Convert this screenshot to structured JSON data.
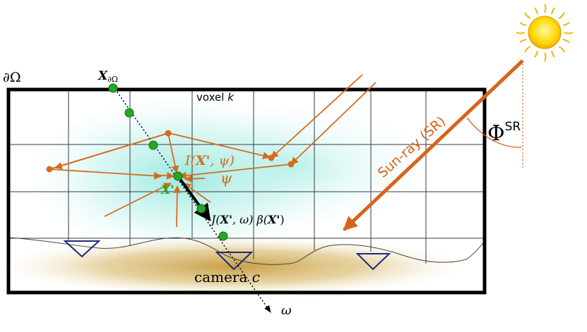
{
  "labels": {
    "domain_boundary": "∂Ω",
    "boundary_point_main": "X",
    "boundary_point_sub": "∂Ω",
    "voxel_main": "voxel ",
    "voxel_index": "k",
    "radiance_prefix": "I(",
    "radiance_point": "X'",
    "radiance_suffix": ", ψ)",
    "psi": "ψ",
    "point": "X'",
    "source_j": "J(",
    "source_x1": "X'",
    "source_mid": ", ω) β(",
    "source_x2": "X'",
    "source_end": ")",
    "camera_main": "camera ",
    "camera_index": "c",
    "omega": "ω",
    "sun_ray": "Sun-ray (SR)",
    "phi_main": "Φ",
    "phi_sup": "SR"
  },
  "colors": {
    "frame": "#000000",
    "grid": "#3a3a3a",
    "medium_glow": "#8fe8dc",
    "ground": "#c9a24a",
    "scatter_path": "#d86a1e",
    "sun_ray": "#d7641b",
    "sample_point": "#22aa22",
    "camera_marker": "#1b2a7a",
    "sun_core": "#ffd800",
    "sun_rays": "#f2b600"
  },
  "icons": {
    "sun": "sun-icon",
    "camera": "camera-triangle-icon"
  }
}
